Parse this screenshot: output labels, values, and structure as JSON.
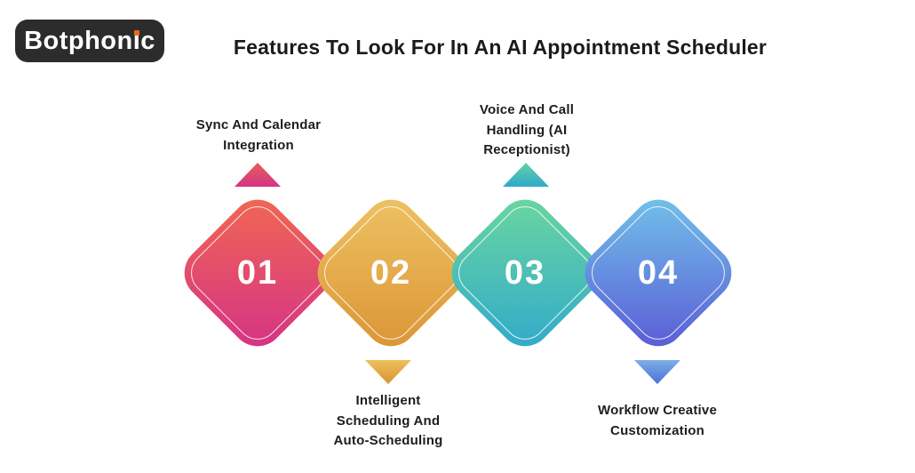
{
  "logo": {
    "text_pre": "Botphon",
    "text_i": "i",
    "text_post": "c",
    "bg_color": "#2D2C2C",
    "text_color": "#FFFFFF",
    "dot_color": "#F2661C"
  },
  "header": {
    "title": "Features To Look For In An AI Appointment Scheduler",
    "title_color": "#1B1B1B"
  },
  "features": [
    {
      "number": "01",
      "label": "Sync And Calendar Integration",
      "label_lines": [
        "Sync And Calendar",
        "Integration"
      ],
      "label_position": "top",
      "diamond": {
        "from": "#F16A50",
        "to": "#D43088"
      },
      "arrow": {
        "from": "#E55E59",
        "to": "#D43486"
      }
    },
    {
      "number": "02",
      "label": "Intelligent Scheduling And Auto-Scheduling",
      "label_lines": [
        "Intelligent",
        "Scheduling And",
        "Auto-Scheduling"
      ],
      "label_position": "bottom",
      "diamond": {
        "from": "#EEC464",
        "to": "#DB9334"
      },
      "arrow": {
        "from": "#EDC05B",
        "to": "#D89430"
      }
    },
    {
      "number": "03",
      "label": "Voice And Call Handling (AI Receptionist)",
      "label_lines": [
        "Voice And Call",
        "Handling (AI",
        "Receptionist)"
      ],
      "label_position": "top",
      "diamond": {
        "from": "#6ED89D",
        "to": "#2EA8CC"
      },
      "arrow": {
        "from": "#66D1A5",
        "to": "#2EA9CD"
      }
    },
    {
      "number": "04",
      "label": "Workflow Creative Customization",
      "label_lines": [
        "Workflow Creative",
        "Customization"
      ],
      "label_position": "bottom",
      "diamond": {
        "from": "#73C6EA",
        "to": "#5957D5"
      },
      "arrow": {
        "from": "#7FAEE7",
        "to": "#4A70D8"
      }
    }
  ]
}
